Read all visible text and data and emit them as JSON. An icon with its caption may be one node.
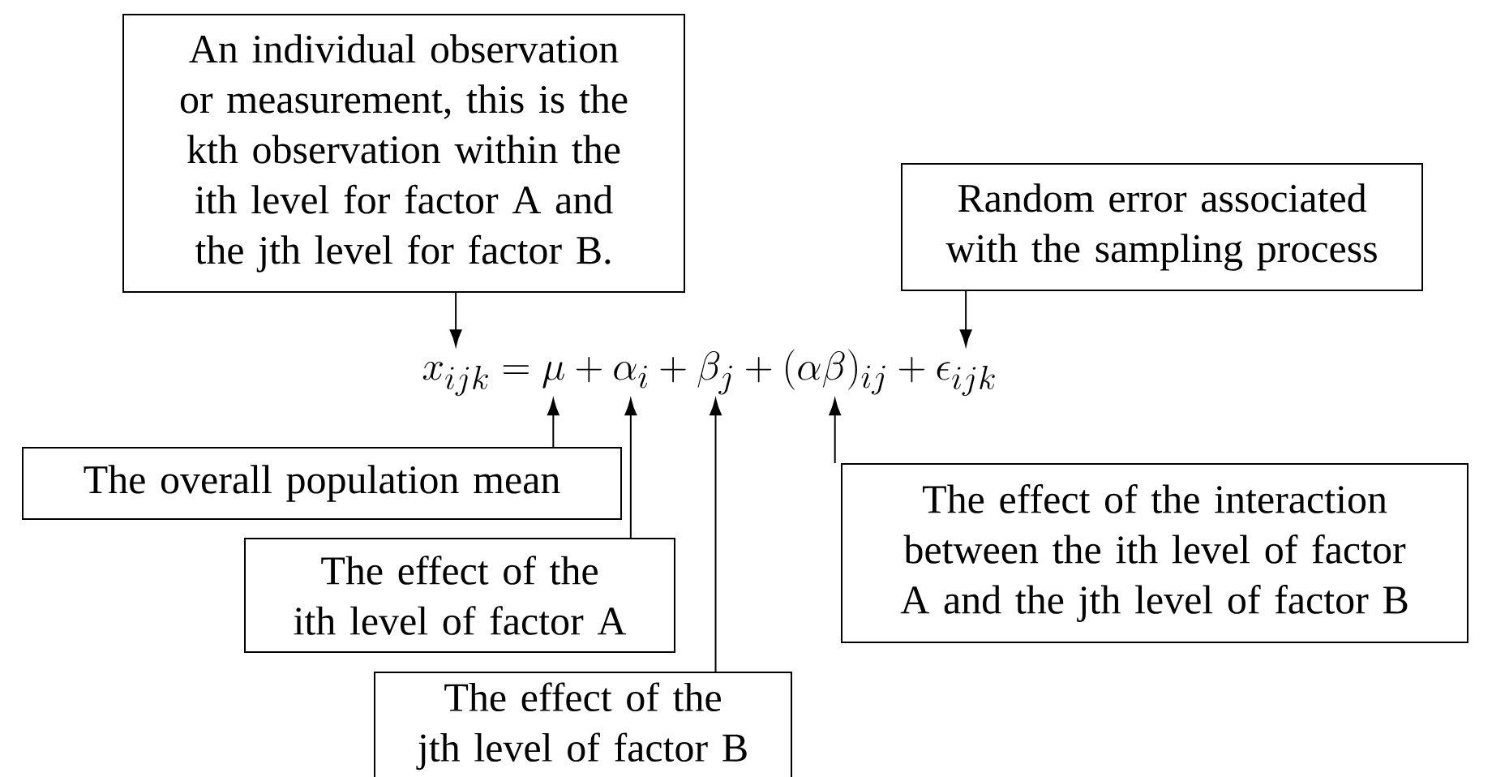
{
  "diagram": {
    "nodes": [
      {
        "text": [
          "An individual observation or measurement, this is the kth observation within the ith level for factor A and the jth level for factor B."
        ]
      },
      {
        "text": [
          "Random error associated with the sampling process"
        ]
      },
      {
        "text": [
          "x_{ijk} = \\mu + \\alpha_i + \\beta_j + (\\alpha\\beta)_{ij} + \\epsilon_{ijk}"
        ]
      },
      {
        "text": [
          "The overall population mean"
        ]
      },
      {
        "text": [
          "The effect of the ith level of factor A"
        ]
      },
      {
        "text": [
          "The effect of the interaction between the ith level of factor A and the jth level of factor B"
        ]
      },
      {
        "text": [
          "The effect of the jth level of factor B"
        ]
      }
    ],
    "edges": [
      {
        "from": 0,
        "to": 2,
        "arrow": "to"
      },
      {
        "from": 1,
        "to": 2,
        "arrow": "to"
      },
      {
        "from": 3,
        "to": 2,
        "arrow": "to"
      },
      {
        "from": 4,
        "to": 2,
        "arrow": "to"
      },
      {
        "from": 6,
        "to": 2,
        "arrow": "to"
      },
      {
        "from": 5,
        "to": 2,
        "arrow": "to"
      }
    ]
  }
}
